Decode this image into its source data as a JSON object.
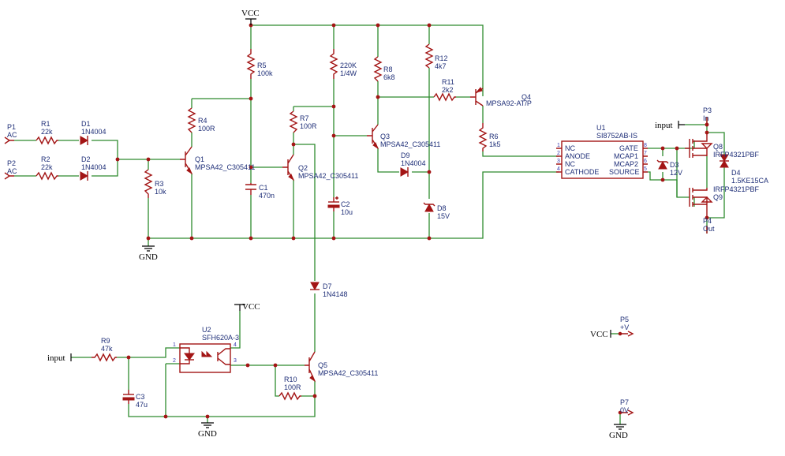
{
  "nets": {
    "vcc_top": "VCC",
    "gnd_main": "GND",
    "input_top": "input",
    "vcc_u2": "VCC",
    "input_bottom": "input",
    "gnd_bottom": "GND",
    "vcc_p6": "VCC",
    "gnd_p7": "GND"
  },
  "components": {
    "p1": {
      "ref": "P1",
      "value": "AC"
    },
    "p2": {
      "ref": "P2",
      "value": "AC"
    },
    "r1": {
      "ref": "R1",
      "value": "22k"
    },
    "r2": {
      "ref": "R2",
      "value": "22k"
    },
    "d1": {
      "ref": "D1",
      "value": "1N4004"
    },
    "d2": {
      "ref": "D2",
      "value": "1N4004"
    },
    "r3": {
      "ref": "R3",
      "value": "10k"
    },
    "r4": {
      "ref": "R4",
      "value": "100R"
    },
    "q1": {
      "ref": "Q1",
      "value": "MPSA42_C305411"
    },
    "r5": {
      "ref": "R5",
      "value": "100k"
    },
    "c1": {
      "ref": "C1",
      "value": "470n"
    },
    "q2": {
      "ref": "Q2",
      "value": "MPSA42_C305411"
    },
    "r7": {
      "ref": "R7",
      "value": "100R"
    },
    "r220": {
      "ref": "220K",
      "value": "1/4W"
    },
    "c2": {
      "ref": "C2",
      "value": "10u"
    },
    "r8": {
      "ref": "R8",
      "value": "6k8"
    },
    "q3": {
      "ref": "Q3",
      "value": "MPSA42_C305411"
    },
    "d9": {
      "ref": "D9",
      "value": "1N4004"
    },
    "r12": {
      "ref": "R12",
      "value": "4k7"
    },
    "r11": {
      "ref": "R11",
      "value": "2k2"
    },
    "q4": {
      "ref": "Q4",
      "value": "MPSA92-AT/P"
    },
    "r6": {
      "ref": "R6",
      "value": "1k5"
    },
    "d8": {
      "ref": "D8",
      "value": "15V"
    },
    "u1": {
      "ref": "U1",
      "value": "SI8752AB-IS"
    },
    "d3": {
      "ref": "D3",
      "value": "12V"
    },
    "q8": {
      "ref": "Q8",
      "value": "IRFP4321PBF"
    },
    "q9": {
      "ref": "Q9",
      "value": "IRFP4321PBF"
    },
    "d4": {
      "ref": "D4",
      "value": "1.5KE15CA"
    },
    "p3": {
      "ref": "P3",
      "value": "In"
    },
    "p4": {
      "ref": "P4",
      "value": "Out"
    },
    "d7": {
      "ref": "D7",
      "value": "1N4148"
    },
    "u2": {
      "ref": "U2",
      "value": "SFH620A-3"
    },
    "r9": {
      "ref": "R9",
      "value": "47k"
    },
    "c3": {
      "ref": "C3",
      "value": "47u"
    },
    "r10": {
      "ref": "R10",
      "value": "100R"
    },
    "q5": {
      "ref": "Q5",
      "value": "MPSA42_C305411"
    },
    "p5": {
      "ref": "P5",
      "value": "+V"
    },
    "p7": {
      "ref": "P7",
      "value": "0V"
    }
  },
  "u1_pins": {
    "left": [
      {
        "num": "1",
        "name": "NC"
      },
      {
        "num": "2",
        "name": "ANODE"
      },
      {
        "num": "3",
        "name": "NC"
      },
      {
        "num": "4",
        "name": "CATHODE"
      }
    ],
    "right": [
      {
        "num": "8",
        "name": "GATE"
      },
      {
        "num": "7",
        "name": "MCAP1"
      },
      {
        "num": "6",
        "name": "MCAP2"
      },
      {
        "num": "5",
        "name": "SOURCE"
      }
    ]
  },
  "u2_pins": {
    "p1": "1",
    "p2": "2",
    "p3": "3",
    "p4": "4"
  },
  "colors": {
    "wire": "#2e8b2e",
    "component": "#a31515",
    "label": "#1f2f78"
  }
}
